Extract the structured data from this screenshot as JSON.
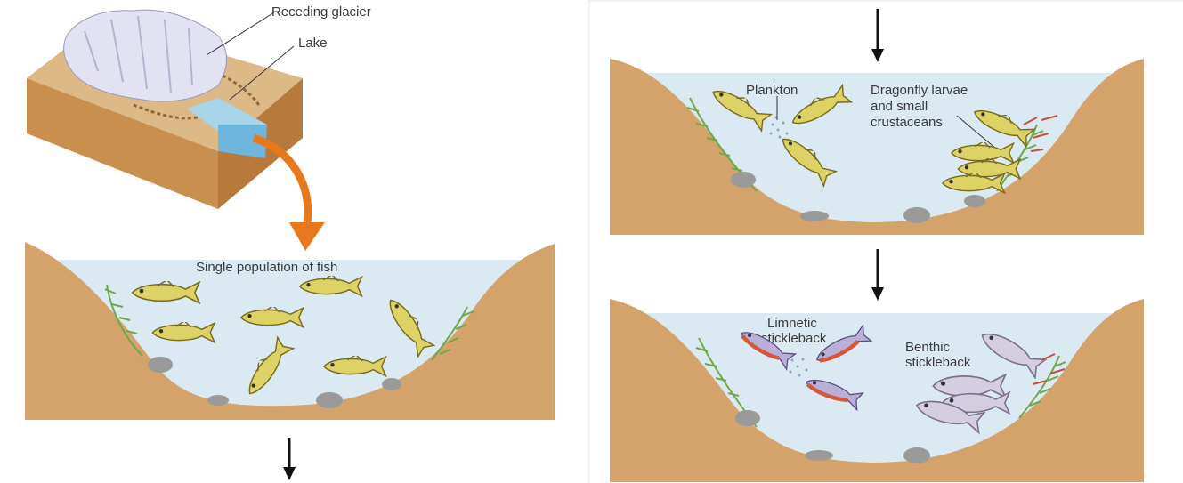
{
  "labels": {
    "receding_glacier": "Receding glacier",
    "lake": "Lake",
    "single_population": "Single population of fish",
    "plankton": "Plankton",
    "dragonfly_line1": "Dragonfly larvae",
    "dragonfly_line2": "and small",
    "dragonfly_line3": "crustaceans",
    "limnetic_line1": "Limnetic",
    "limnetic_line2": "stickleback",
    "benthic_line1": "Benthic",
    "benthic_line2": "stickleback"
  },
  "colors": {
    "earth": "#d4a36b",
    "water": "#dbe9f3",
    "fish_yellow": "#dcd266",
    "fish_red": "#d8543a",
    "fish_lilac": "#c9bfd6",
    "glacier": "#e2e2f2",
    "arrow_orange": "#e8781c",
    "plant": "#6fa84a",
    "rock": "#9a9a9a"
  }
}
